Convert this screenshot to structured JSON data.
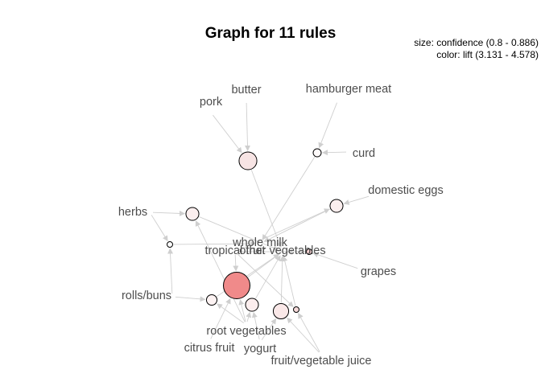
{
  "title": "Graph for 11 rules",
  "legend": {
    "size_line": "size: confidence (0.8 - 0.886)",
    "color_line": "color: lift (3.131 - 4.578)"
  },
  "items": [
    {
      "id": "pork",
      "label": "pork"
    },
    {
      "id": "butter",
      "label": "butter"
    },
    {
      "id": "hamburger",
      "label": "hamburger meat"
    },
    {
      "id": "curd",
      "label": "curd"
    },
    {
      "id": "eggs",
      "label": "domestic eggs"
    },
    {
      "id": "herbs",
      "label": "herbs"
    },
    {
      "id": "wholemilk",
      "label": "whole milk"
    },
    {
      "id": "tropical",
      "label": "tropical fruit"
    },
    {
      "id": "othervegetables",
      "label": "other vegetables"
    },
    {
      "id": "grapes",
      "label": "grapes"
    },
    {
      "id": "rolls",
      "label": "rolls/buns"
    },
    {
      "id": "rootveg",
      "label": "root vegetables"
    },
    {
      "id": "citrus",
      "label": "citrus fruit"
    },
    {
      "id": "yogurt",
      "label": "yogurt"
    },
    {
      "id": "juice",
      "label": "fruit/vegetable juice"
    }
  ],
  "rules": [
    {
      "id": "r1",
      "confidence": 0.85,
      "fill": "#f7e4e4",
      "lhs": [
        "pork",
        "butter"
      ],
      "rhs": "othervegetables"
    },
    {
      "id": "r2",
      "confidence": 0.81,
      "fill": "#fefafa",
      "lhs": [
        "hamburger",
        "curd"
      ],
      "rhs": "wholemilk"
    },
    {
      "id": "r3",
      "confidence": 0.83,
      "fill": "#fbeeee",
      "lhs": [
        "eggs",
        "tropical"
      ],
      "rhs": "wholemilk"
    },
    {
      "id": "r4",
      "confidence": 0.83,
      "fill": "#fcefef",
      "lhs": [
        "herbs",
        "rootveg"
      ],
      "rhs": "othervegetables"
    },
    {
      "id": "r5",
      "confidence": 0.8,
      "fill": "#ffffff",
      "lhs": [
        "herbs",
        "rolls"
      ],
      "rhs": "wholemilk"
    },
    {
      "id": "r6",
      "confidence": 0.8,
      "fill": "#f3d0d0",
      "lhs": [
        "grapes",
        "tropical"
      ],
      "rhs": "othervegetables"
    },
    {
      "id": "r7",
      "confidence": 0.886,
      "fill": "#f08a8a",
      "lhs": [
        "citrus",
        "tropical",
        "rootveg"
      ],
      "rhs": "othervegetables"
    },
    {
      "id": "r8",
      "confidence": 0.82,
      "fill": "#fdf3f3",
      "lhs": [
        "rootveg",
        "rolls"
      ],
      "rhs": "othervegetables"
    },
    {
      "id": "r9",
      "confidence": 0.83,
      "fill": "#fceeee",
      "lhs": [
        "yogurt",
        "rootveg"
      ],
      "rhs": "othervegetables"
    },
    {
      "id": "r10",
      "confidence": 0.84,
      "fill": "#fae8e8",
      "lhs": [
        "yogurt",
        "juice"
      ],
      "rhs": "othervegetables"
    },
    {
      "id": "r11",
      "confidence": 0.8,
      "fill": "#f5d9d9",
      "lhs": [
        "juice",
        "tropical"
      ],
      "rhs": "othervegetables"
    }
  ]
}
